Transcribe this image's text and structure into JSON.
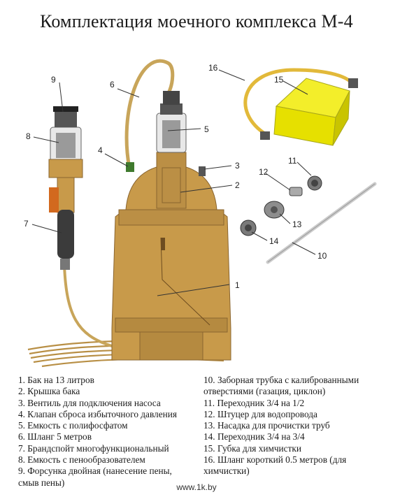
{
  "title": "Комплектация моечного комплекса М-4",
  "callouts": [
    "1",
    "2",
    "3",
    "4",
    "5",
    "6",
    "7",
    "8",
    "9",
    "10",
    "11",
    "12",
    "13",
    "14",
    "15",
    "16"
  ],
  "legend_left": [
    "1. Бак на 13 литров",
    "2. Крышка бака",
    "3. Вентиль для подключения насоса",
    "4. Клапан сброса избыточного давления",
    "5. Емкость с полифосфатом",
    "6. Шланг 5 метров",
    "7. Брандспойт многофункциональный",
    "8. Емкость с пенообразователем",
    "9. Форсунка двойная (нанесение пены,",
    "смыв пены)"
  ],
  "legend_right": [
    "10. Заборная трубка с калиброванными",
    "отверстиями (газация, циклон)",
    "11. Переходник 3/4 на 1/2",
    "12. Штуцер для водопровода",
    "13. Насадка для прочистки труб",
    "14. Переходник 3/4 на 3/4",
    "15. Губка для химчистки",
    "16. Шланг короткий 0.5 метров (для",
    "химчистки)"
  ],
  "watermark": "www.1k.by",
  "colors": {
    "tank": "#c89a4a",
    "tank_dark": "#a9793a",
    "hose": "#c8a55a",
    "sponge": "#f3ee2a",
    "gray_part": "#8c8c8c"
  }
}
